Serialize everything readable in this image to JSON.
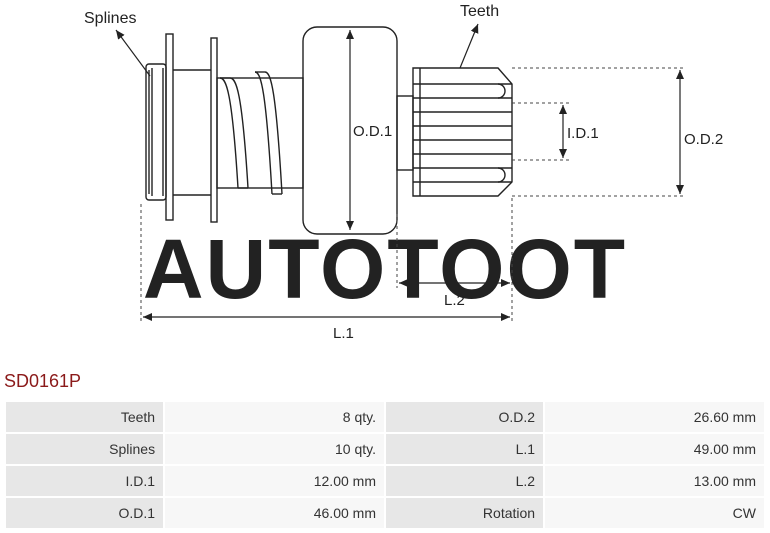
{
  "brand_watermark": "AUTOTOOT",
  "callouts": {
    "splines": "Splines",
    "teeth": "Teeth"
  },
  "dimensions": {
    "od1": "O.D.1",
    "od2": "O.D.2",
    "id1": "I.D.1",
    "l1": "L.1",
    "l2": "L.2"
  },
  "part_code": "SD0161P",
  "specs": [
    {
      "label": "Teeth",
      "value": "8 qty.",
      "label2": "O.D.2",
      "value2": "26.60 mm"
    },
    {
      "label": "Splines",
      "value": "10 qty.",
      "label2": "L.1",
      "value2": "49.00 mm"
    },
    {
      "label": "I.D.1",
      "value": "12.00 mm",
      "label2": "L.2",
      "value2": "13.00 mm"
    },
    {
      "label": "O.D.1",
      "value": "46.00 mm",
      "label2": "Rotation",
      "value2": "CW"
    }
  ]
}
